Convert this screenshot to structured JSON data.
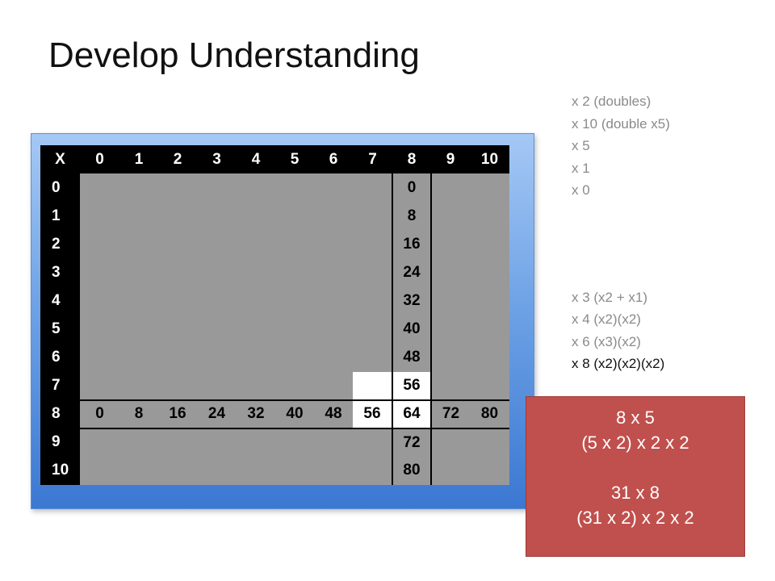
{
  "slide": {
    "title": "Develop Understanding"
  },
  "strategies": {
    "group1": [
      "x 2 (doubles)",
      "x 10 (double x5)",
      "x 5",
      "x 1",
      "x 0"
    ],
    "group2": [
      "x 3 (x2 + x1)",
      "x 4 (x2)(x2)",
      "x 6 (x3)(x2)"
    ],
    "current": "x 8 (x2)(x2)(x2)"
  },
  "table": {
    "corner": "X",
    "columns": [
      "0",
      "1",
      "2",
      "3",
      "4",
      "5",
      "6",
      "7",
      "8",
      "9",
      "10"
    ],
    "rows": [
      "0",
      "1",
      "2",
      "3",
      "4",
      "5",
      "6",
      "7",
      "8",
      "9",
      "10"
    ],
    "col8_values": [
      "0",
      "8",
      "16",
      "24",
      "32",
      "40",
      "48",
      "56",
      "64",
      "72",
      "80"
    ],
    "row8_values": [
      "0",
      "8",
      "16",
      "24",
      "32",
      "40",
      "48",
      "56",
      "64",
      "72",
      "80"
    ],
    "highlighted_cells": [
      "7x7",
      "7x8",
      "8x7",
      "8x8"
    ]
  },
  "callout": {
    "lines": [
      "8 x 5",
      "(5 x 2) x 2 x 2",
      "",
      "31 x 8",
      "(31 x 2) x 2 x 2"
    ]
  },
  "colors": {
    "frame_blue": "#6fa3e6",
    "cell_grey": "#999999",
    "header_black": "#000000",
    "highlight_white": "#ffffff",
    "callout_red": "#c0504d"
  }
}
